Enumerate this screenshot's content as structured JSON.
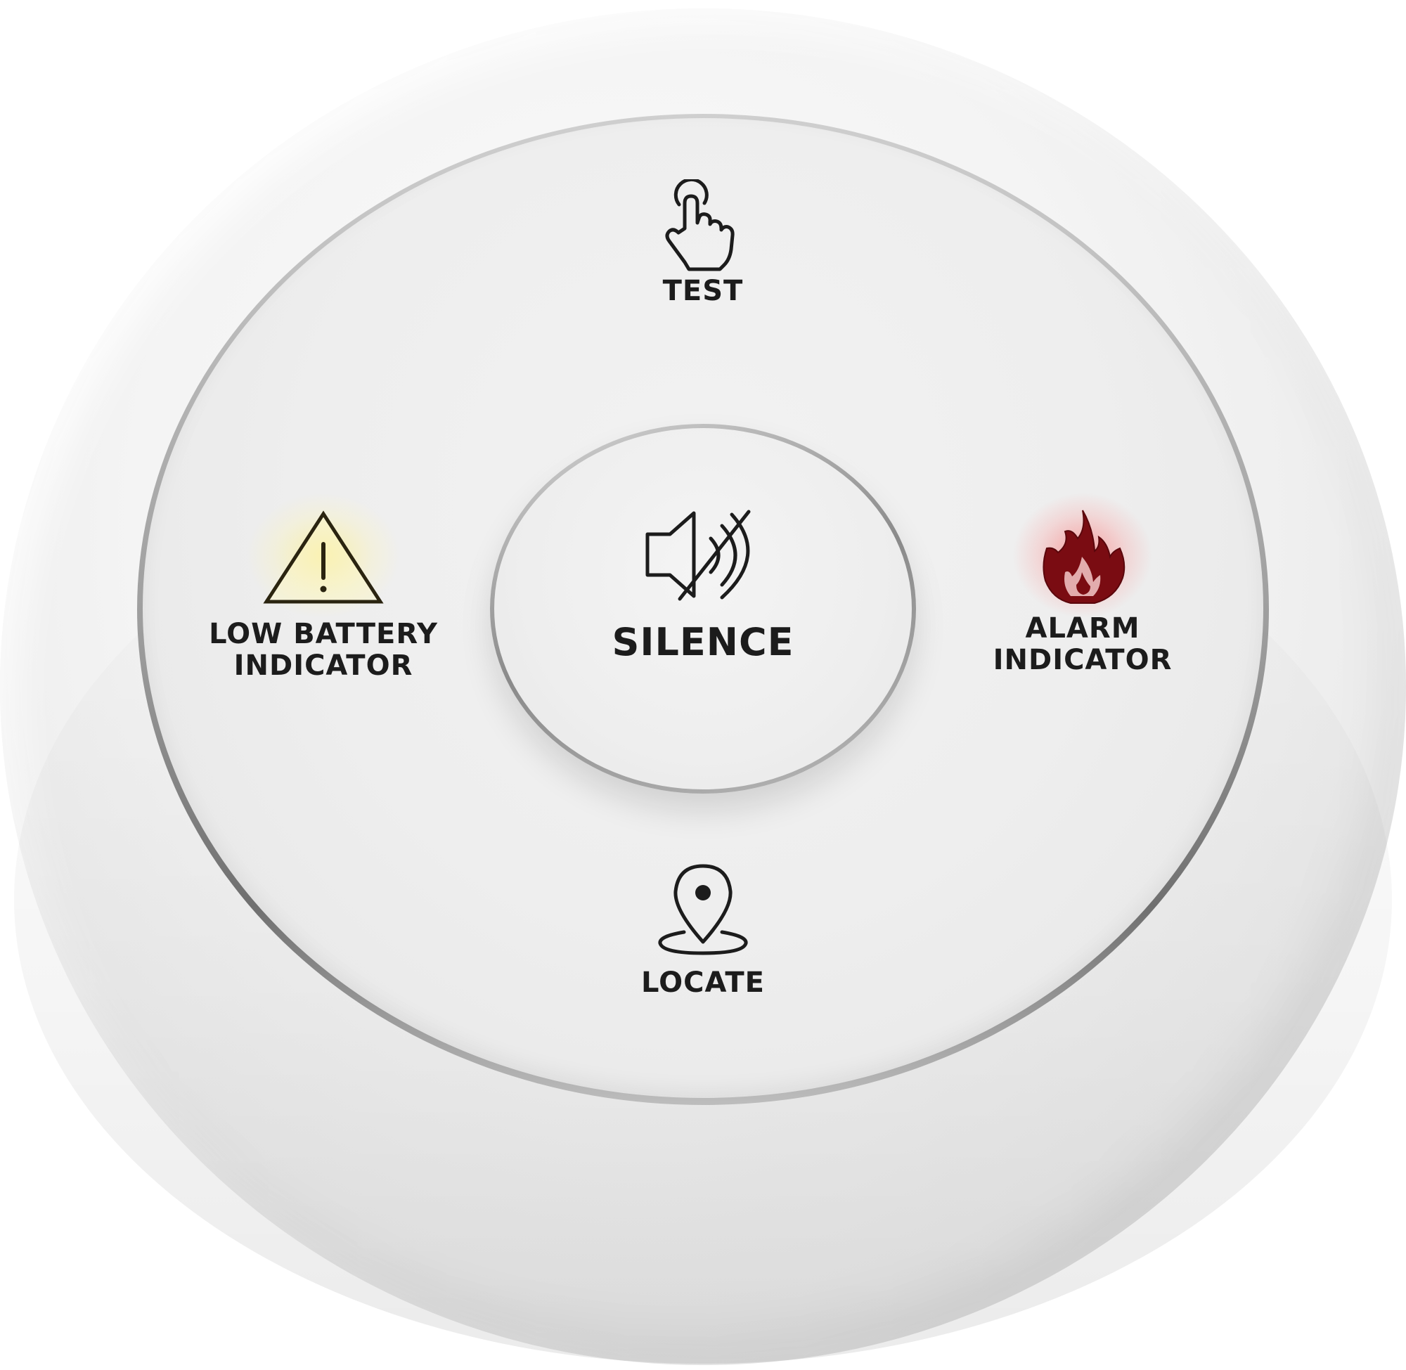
{
  "device": {
    "test_label": "TEST",
    "silence_label": "SILENCE",
    "low_battery_label_line1": "LOW BATTERY",
    "low_battery_label_line2": "INDICATOR",
    "alarm_label_line1": "ALARM",
    "alarm_label_line2": "INDICATOR",
    "locate_label": "LOCATE"
  },
  "icons": {
    "test": "tap-finger-icon",
    "silence": "mute-speaker-icon",
    "low_battery": "warning-triangle-icon",
    "alarm": "fire-icon",
    "locate": "location-pin-icon"
  },
  "colors": {
    "body": "#f2f2f2",
    "text": "#1c1c1c",
    "warning_glow": "#f5e36a",
    "alarm_red": "#8b0f14"
  }
}
